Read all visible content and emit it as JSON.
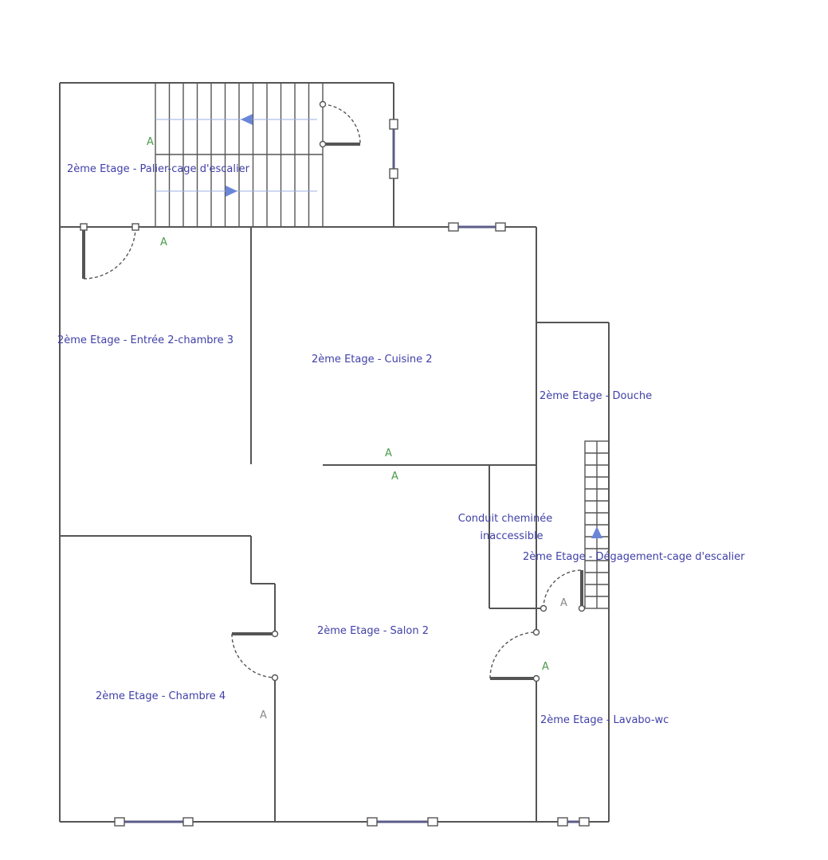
{
  "rooms": {
    "palier": "2ème Etage - Palier-cage d'escalier",
    "entree": "2ème Etage - Entrée 2-chambre 3",
    "cuisine": "2ème Etage - Cuisine 2",
    "douche": "2ème Etage - Douche",
    "conduit_line1": "Conduit cheminée",
    "conduit_line2": "inaccessible",
    "degagement": "2ème Etage - Dégagement-cage d'escalier",
    "salon": "2ème Etage - Salon 2",
    "chambre4": "2ème Etage - Chambre 4",
    "lavabo": "2ème Etage - Lavabo-wc"
  },
  "tags": {
    "palier": "A",
    "entree_door": "A",
    "cuisine": "A",
    "salon": "A",
    "degagement": "A",
    "lavabo": "A",
    "chambre4": "A"
  },
  "colors": {
    "wall": "#555555",
    "room_label": "#4040a8",
    "tag_green": "#4a9a4a",
    "tag_gray": "#888888",
    "stair_arrow": "#6a86d8"
  }
}
